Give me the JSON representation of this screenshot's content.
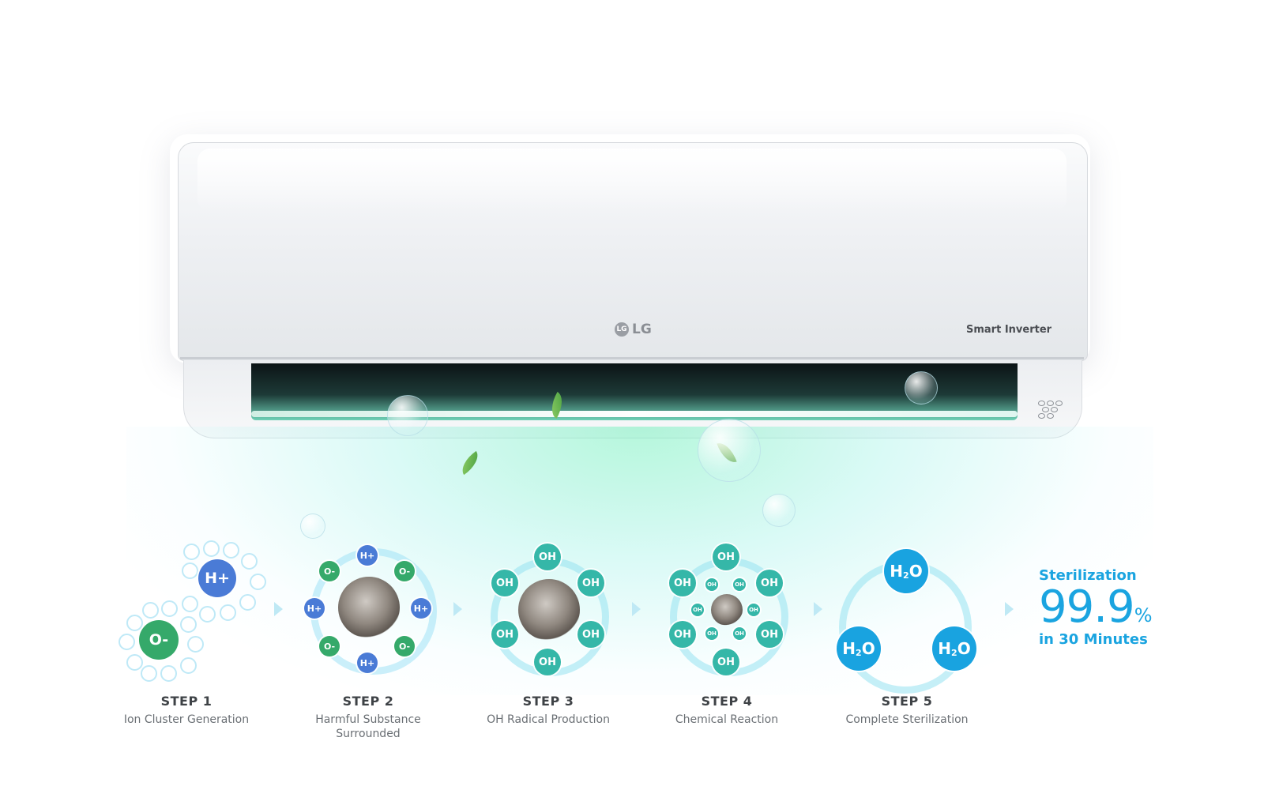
{
  "product": {
    "brand": "LG",
    "logo_mark": "LG",
    "model_text": "Smart Inverter"
  },
  "molecules": {
    "h_plus": "H+",
    "o_minus": "O-",
    "oh": "OH",
    "h2o_h": "H",
    "h2o_sub": "2",
    "h2o_o": "O"
  },
  "steps": [
    {
      "title": "STEP 1",
      "description": "Ion Cluster Generation"
    },
    {
      "title": "STEP 2",
      "description": "Harmful Substance Surrounded"
    },
    {
      "title": "STEP 3",
      "description": "OH Radical Production"
    },
    {
      "title": "STEP 4",
      "description": "Chemical Reaction"
    },
    {
      "title": "STEP 5",
      "description": "Complete Sterilization"
    }
  ],
  "result": {
    "label": "Sterilization",
    "value": "99.9",
    "unit": "%",
    "subtitle": "in 30 Minutes"
  },
  "colors": {
    "ion_positive": "#4a7bd6",
    "ion_negative": "#35a96a",
    "oh_radical": "#35b7a8",
    "water": "#19a3e0",
    "result_text": "#1aa4e0"
  }
}
